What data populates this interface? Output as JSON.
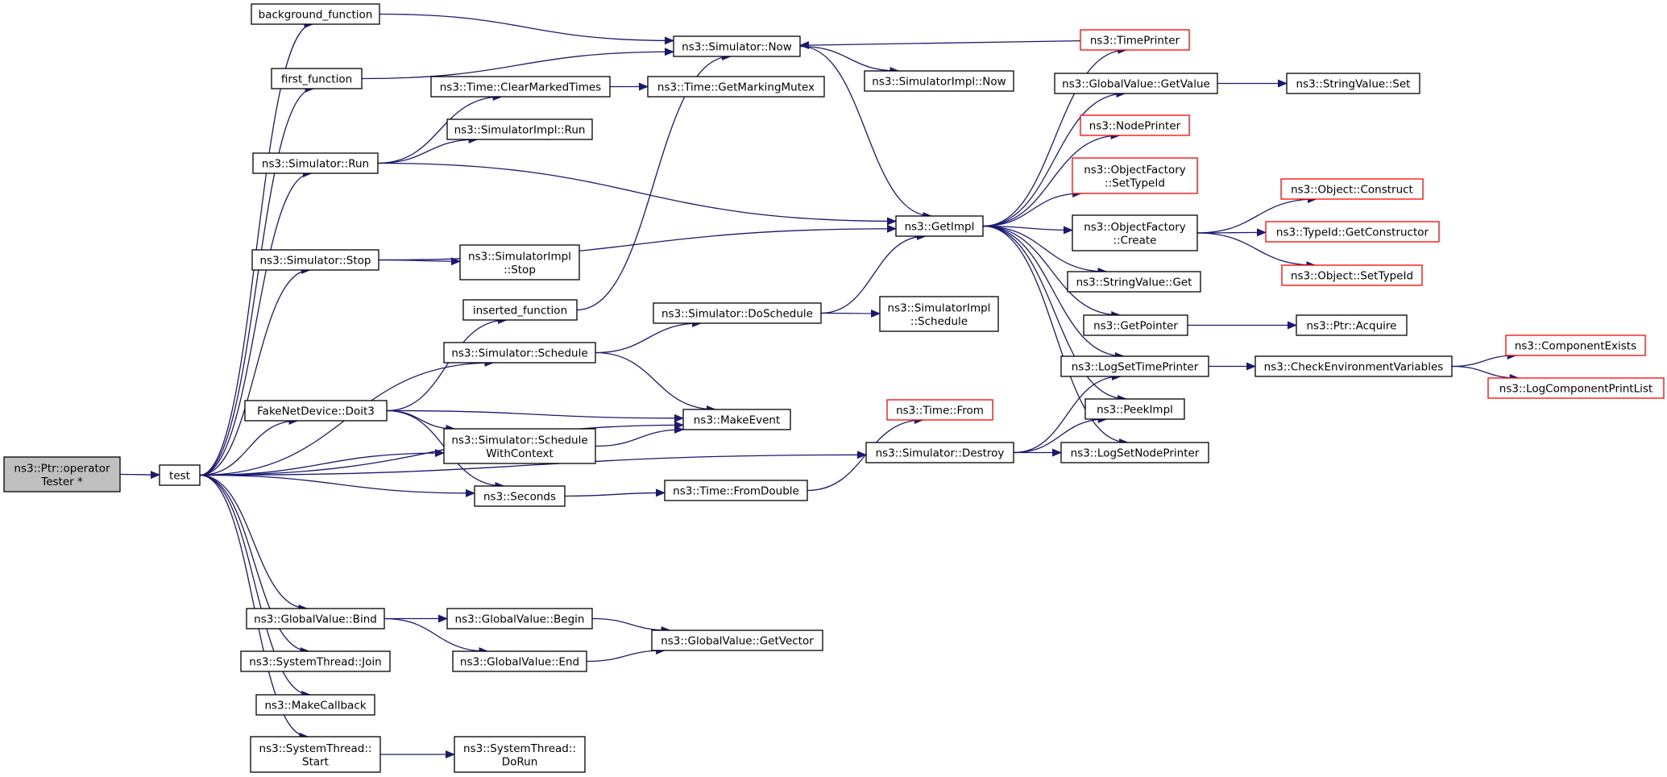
{
  "nodes": {
    "root": {
      "lines": [
        "ns3::Ptr::operator",
        "Tester *"
      ],
      "style": "root"
    },
    "test": {
      "lines": [
        "test"
      ],
      "style": "normal"
    },
    "background_function": {
      "lines": [
        "background_function"
      ],
      "style": "normal"
    },
    "first_function": {
      "lines": [
        "first_function"
      ],
      "style": "normal"
    },
    "sim_run": {
      "lines": [
        "ns3::Simulator::Run"
      ],
      "style": "normal"
    },
    "sim_stop": {
      "lines": [
        "ns3::Simulator::Stop"
      ],
      "style": "normal"
    },
    "inserted_function": {
      "lines": [
        "inserted_function"
      ],
      "style": "normal"
    },
    "sim_schedule": {
      "lines": [
        "ns3::Simulator::Schedule"
      ],
      "style": "normal"
    },
    "fakenet_doit3": {
      "lines": [
        "FakeNetDevice::Doit3"
      ],
      "style": "normal"
    },
    "sim_schedule_ctx": {
      "lines": [
        "ns3::Simulator::Schedule",
        "WithContext"
      ],
      "style": "normal"
    },
    "seconds": {
      "lines": [
        "ns3::Seconds"
      ],
      "style": "normal"
    },
    "gv_bind": {
      "lines": [
        "ns3::GlobalValue::Bind"
      ],
      "style": "normal"
    },
    "st_join": {
      "lines": [
        "ns3::SystemThread::Join"
      ],
      "style": "normal"
    },
    "make_callback": {
      "lines": [
        "ns3::MakeCallback"
      ],
      "style": "normal"
    },
    "st_start": {
      "lines": [
        "ns3::SystemThread::",
        "Start"
      ],
      "style": "normal"
    },
    "time_clear": {
      "lines": [
        "ns3::Time::ClearMarkedTimes"
      ],
      "style": "normal"
    },
    "simimpl_run": {
      "lines": [
        "ns3::SimulatorImpl::Run"
      ],
      "style": "normal"
    },
    "simimpl_stop": {
      "lines": [
        "ns3::SimulatorImpl",
        "::Stop"
      ],
      "style": "normal"
    },
    "gv_begin": {
      "lines": [
        "ns3::GlobalValue::Begin"
      ],
      "style": "normal"
    },
    "gv_end": {
      "lines": [
        "ns3::GlobalValue::End"
      ],
      "style": "normal"
    },
    "st_dorun": {
      "lines": [
        "ns3::SystemThread::",
        "DoRun"
      ],
      "style": "normal"
    },
    "sim_now": {
      "lines": [
        "ns3::Simulator::Now"
      ],
      "style": "normal"
    },
    "time_getmutex": {
      "lines": [
        "ns3::Time::GetMarkingMutex"
      ],
      "style": "normal"
    },
    "sim_doschedule": {
      "lines": [
        "ns3::Simulator::DoSchedule"
      ],
      "style": "normal"
    },
    "make_event": {
      "lines": [
        "ns3::MakeEvent"
      ],
      "style": "normal"
    },
    "time_fromdouble": {
      "lines": [
        "ns3::Time::FromDouble"
      ],
      "style": "normal"
    },
    "gv_getvector": {
      "lines": [
        "ns3::GlobalValue::GetVector"
      ],
      "style": "normal"
    },
    "simimpl_now": {
      "lines": [
        "ns3::SimulatorImpl::Now"
      ],
      "style": "normal"
    },
    "get_impl": {
      "lines": [
        "ns3::GetImpl"
      ],
      "style": "normal"
    },
    "simimpl_schedule": {
      "lines": [
        "ns3::SimulatorImpl",
        "::Schedule"
      ],
      "style": "normal"
    },
    "time_from": {
      "lines": [
        "ns3::Time::From"
      ],
      "style": "red"
    },
    "sim_destroy": {
      "lines": [
        "ns3::Simulator::Destroy"
      ],
      "style": "normal"
    },
    "time_printer": {
      "lines": [
        "ns3::TimePrinter"
      ],
      "style": "red"
    },
    "gv_getvalue": {
      "lines": [
        "ns3::GlobalValue::GetValue"
      ],
      "style": "normal"
    },
    "node_printer": {
      "lines": [
        "ns3::NodePrinter"
      ],
      "style": "red"
    },
    "of_settypeid": {
      "lines": [
        "ns3::ObjectFactory",
        "::SetTypeId"
      ],
      "style": "red"
    },
    "of_create": {
      "lines": [
        "ns3::ObjectFactory",
        "::Create"
      ],
      "style": "normal"
    },
    "sv_get": {
      "lines": [
        "ns3::StringValue::Get"
      ],
      "style": "normal"
    },
    "get_pointer": {
      "lines": [
        "ns3::GetPointer"
      ],
      "style": "normal"
    },
    "log_settimeprinter": {
      "lines": [
        "ns3::LogSetTimePrinter"
      ],
      "style": "normal"
    },
    "peek_impl": {
      "lines": [
        "ns3::PeekImpl"
      ],
      "style": "normal"
    },
    "log_setnodeprinter": {
      "lines": [
        "ns3::LogSetNodePrinter"
      ],
      "style": "normal"
    },
    "sv_set": {
      "lines": [
        "ns3::StringValue::Set"
      ],
      "style": "normal"
    },
    "obj_construct": {
      "lines": [
        "ns3::Object::Construct"
      ],
      "style": "red"
    },
    "typeid_getctor": {
      "lines": [
        "ns3::TypeId::GetConstructor"
      ],
      "style": "red"
    },
    "obj_settypeid": {
      "lines": [
        "ns3::Object::SetTypeId"
      ],
      "style": "red"
    },
    "ptr_acquire": {
      "lines": [
        "ns3::Ptr::Acquire"
      ],
      "style": "normal"
    },
    "check_env": {
      "lines": [
        "ns3::CheckEnvironmentVariables"
      ],
      "style": "normal"
    },
    "comp_exists": {
      "lines": [
        "ns3::ComponentExists"
      ],
      "style": "red"
    },
    "log_comp_print": {
      "lines": [
        "ns3::LogComponentPrintList"
      ],
      "style": "red"
    }
  },
  "edges": [
    [
      "root",
      "test"
    ],
    [
      "test",
      "background_function"
    ],
    [
      "test",
      "first_function"
    ],
    [
      "test",
      "sim_run"
    ],
    [
      "test",
      "sim_stop"
    ],
    [
      "test",
      "sim_schedule"
    ],
    [
      "test",
      "fakenet_doit3"
    ],
    [
      "test",
      "sim_schedule_ctx"
    ],
    [
      "test",
      "seconds"
    ],
    [
      "test",
      "make_event"
    ],
    [
      "test",
      "sim_destroy"
    ],
    [
      "test",
      "gv_bind"
    ],
    [
      "test",
      "st_join"
    ],
    [
      "test",
      "make_callback"
    ],
    [
      "test",
      "st_start"
    ],
    [
      "background_function",
      "sim_now"
    ],
    [
      "first_function",
      "sim_now"
    ],
    [
      "sim_run",
      "time_clear"
    ],
    [
      "sim_run",
      "simimpl_run"
    ],
    [
      "sim_run",
      "get_impl"
    ],
    [
      "sim_stop",
      "get_impl"
    ],
    [
      "sim_stop",
      "simimpl_stop"
    ],
    [
      "inserted_function",
      "sim_now"
    ],
    [
      "sim_schedule",
      "sim_doschedule"
    ],
    [
      "sim_schedule",
      "make_event"
    ],
    [
      "fakenet_doit3",
      "inserted_function"
    ],
    [
      "fakenet_doit3",
      "make_event"
    ],
    [
      "fakenet_doit3",
      "sim_schedule_ctx"
    ],
    [
      "fakenet_doit3",
      "seconds"
    ],
    [
      "sim_schedule_ctx",
      "make_event"
    ],
    [
      "seconds",
      "time_fromdouble"
    ],
    [
      "gv_bind",
      "gv_begin"
    ],
    [
      "gv_bind",
      "gv_end"
    ],
    [
      "st_start",
      "st_dorun"
    ],
    [
      "time_clear",
      "time_getmutex"
    ],
    [
      "gv_begin",
      "gv_getvector"
    ],
    [
      "gv_end",
      "gv_getvector"
    ],
    [
      "sim_now",
      "simimpl_now"
    ],
    [
      "sim_now",
      "get_impl"
    ],
    [
      "sim_doschedule",
      "get_impl"
    ],
    [
      "sim_doschedule",
      "simimpl_schedule"
    ],
    [
      "time_fromdouble",
      "time_from"
    ],
    [
      "sim_destroy",
      "log_settimeprinter"
    ],
    [
      "sim_destroy",
      "peek_impl"
    ],
    [
      "sim_destroy",
      "log_setnodeprinter"
    ],
    [
      "time_printer",
      "sim_now"
    ],
    [
      "get_impl",
      "time_printer"
    ],
    [
      "get_impl",
      "gv_getvalue"
    ],
    [
      "get_impl",
      "node_printer"
    ],
    [
      "get_impl",
      "of_settypeid"
    ],
    [
      "get_impl",
      "of_create"
    ],
    [
      "get_impl",
      "sv_get"
    ],
    [
      "get_impl",
      "get_pointer"
    ],
    [
      "get_impl",
      "log_settimeprinter"
    ],
    [
      "get_impl",
      "peek_impl"
    ],
    [
      "get_impl",
      "log_setnodeprinter"
    ],
    [
      "gv_getvalue",
      "sv_set"
    ],
    [
      "of_create",
      "obj_construct"
    ],
    [
      "of_create",
      "typeid_getctor"
    ],
    [
      "of_create",
      "obj_settypeid"
    ],
    [
      "get_pointer",
      "ptr_acquire"
    ],
    [
      "log_settimeprinter",
      "check_env"
    ],
    [
      "check_env",
      "comp_exists"
    ],
    [
      "check_env",
      "log_comp_print"
    ]
  ]
}
